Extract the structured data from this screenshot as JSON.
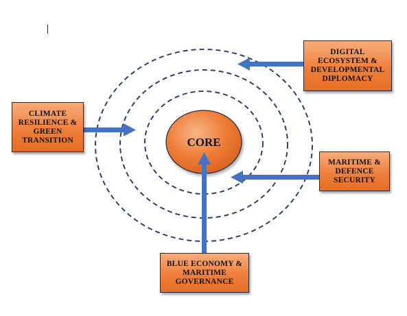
{
  "diagram": {
    "core_label": "CORE",
    "boxes": {
      "digital": "DIGITAL\nECOSYSTEM &\nDEVELOPMENTAL\nDIPLOMACY",
      "climate": "CLIMATE\nRESILIENCE &\nGREEN\nTRANSITION",
      "maritime": "MARITIME &\nDEFENCE\nSECURITY",
      "blue": "BLUE ECONOMY &\nMARITIME\nGOVERNANCE"
    },
    "colors": {
      "ring": "#2a3f6e",
      "arrow": "#4472c4",
      "core_fill": "#ee7d38",
      "box_fill": "#ef7f3c",
      "outline": "#1f2a44"
    }
  }
}
